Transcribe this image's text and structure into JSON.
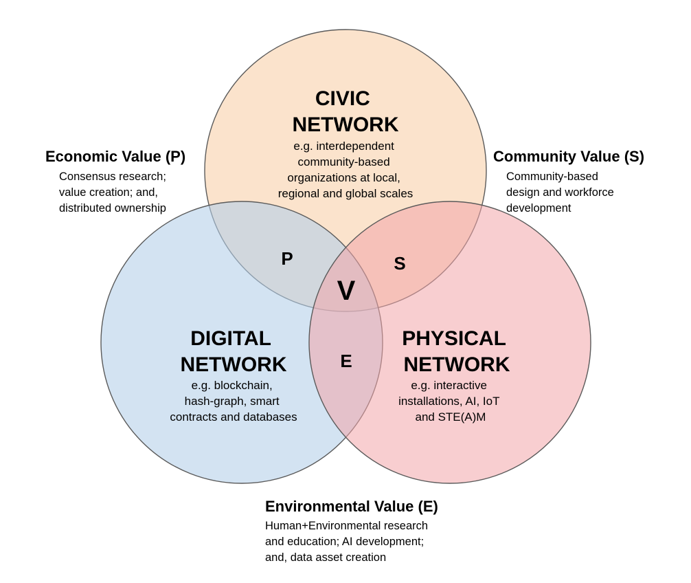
{
  "colors": {
    "civic_fill": "#f9d8b8",
    "digital_fill": "#b3cfe9",
    "physical_fill": "#f2a6aa",
    "stroke": "#5a5a5a"
  },
  "circles": {
    "civic": {
      "title_lines": [
        "CIVIC",
        "NETWORK"
      ],
      "desc_lines": [
        "e.g. interdependent",
        "community-based",
        "organizations at local,",
        "regional and global scales"
      ]
    },
    "digital": {
      "title_lines": [
        "DIGITAL",
        "NETWORK"
      ],
      "desc_lines": [
        "e.g. blockchain,",
        "hash-graph, smart",
        "contracts and databases"
      ]
    },
    "physical": {
      "title_lines": [
        "PHYSICAL",
        "NETWORK"
      ],
      "desc_lines": [
        "e.g. interactive",
        "installations, AI, IoT",
        "and STE(A)M"
      ]
    }
  },
  "regions": {
    "p": "P",
    "s": "S",
    "e": "E",
    "v": "V"
  },
  "values": {
    "economic": {
      "title": "Economic Value (P)",
      "lines": [
        "Consensus research;",
        "value creation; and,",
        "distributed ownership"
      ]
    },
    "community": {
      "title": "Community Value (S)",
      "lines": [
        "Community-based",
        "design and workforce",
        "development"
      ]
    },
    "environmental": {
      "title": "Environmental Value (E)",
      "lines": [
        "Human+Environmental research",
        "and education; AI development;",
        "and, data asset creation"
      ]
    }
  }
}
